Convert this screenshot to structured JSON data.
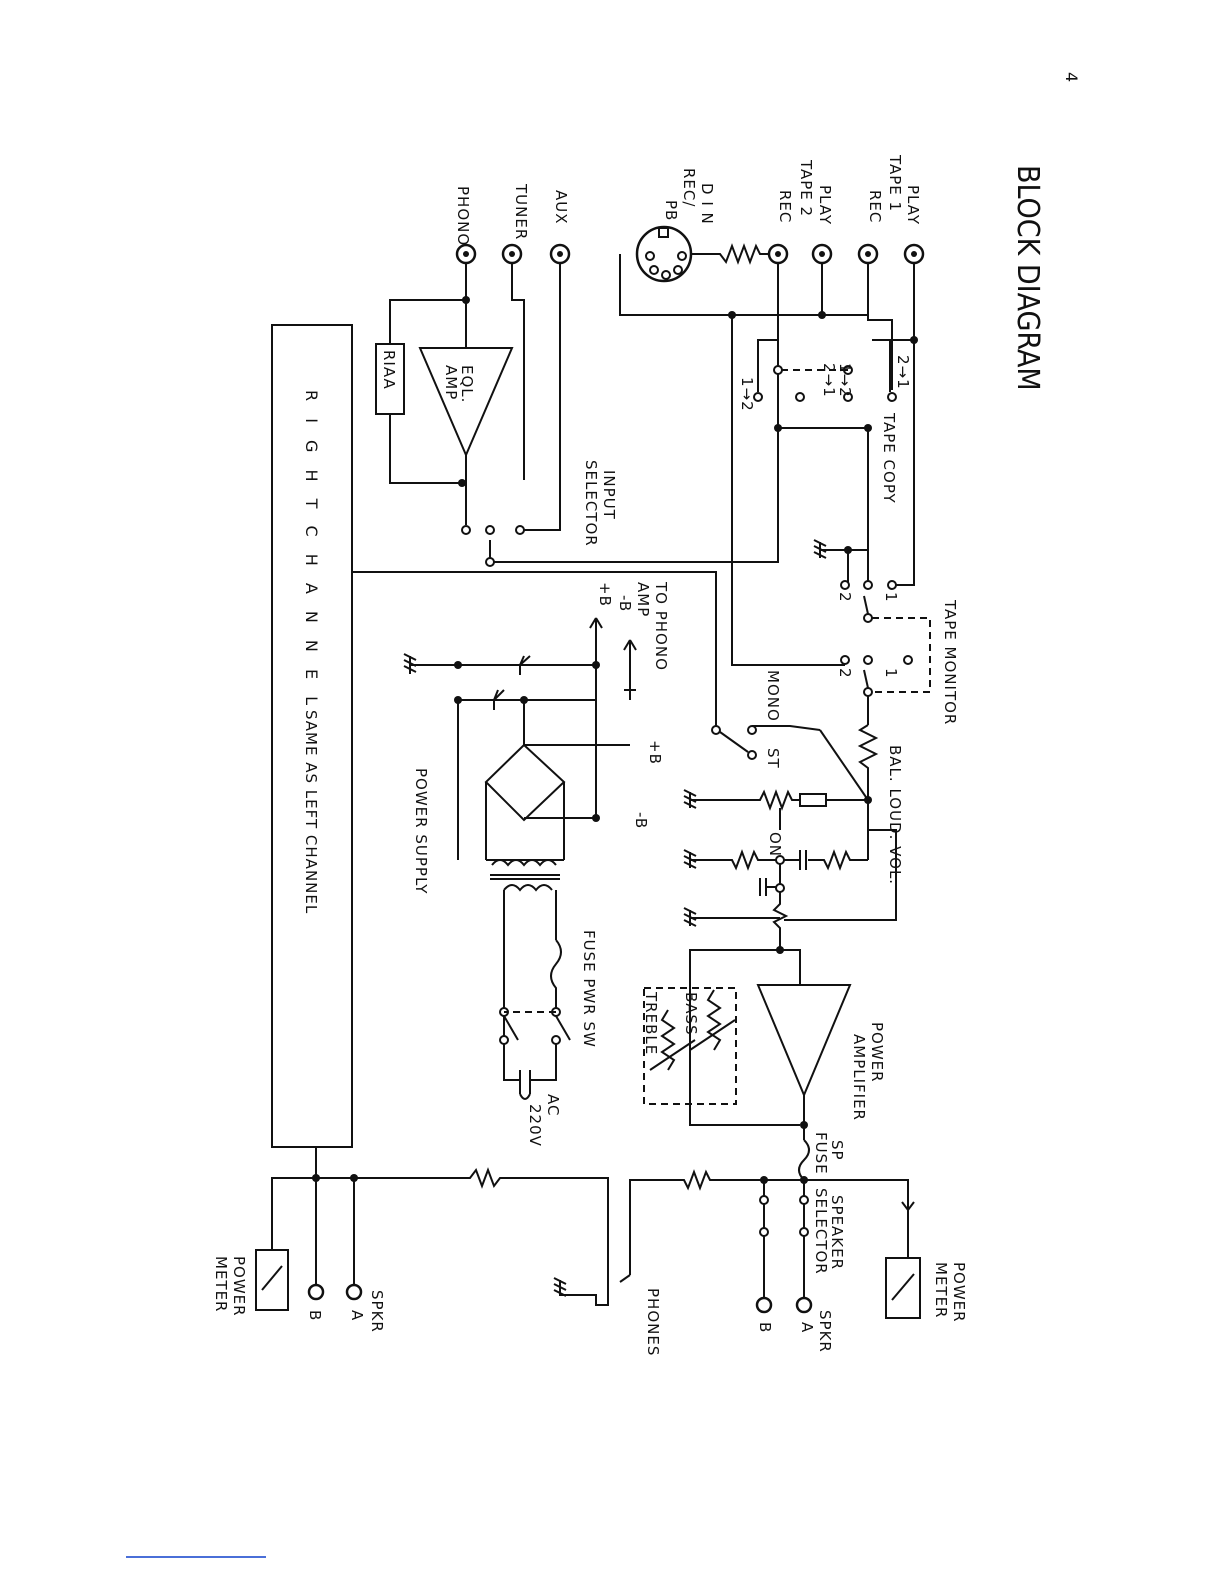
{
  "page": {
    "number": "4"
  },
  "title": "BLOCK DIAGRAM",
  "inputs": {
    "tape1_play": "PLAY",
    "tape1_name": "TAPE 1",
    "tape1_rec": "REC",
    "tape2_play": "PLAY",
    "tape2_name": "TAPE 2",
    "tape2_rec": "REC",
    "din_1": "D I N",
    "din_2": "REC/",
    "din_3": "PB",
    "aux": "AUX",
    "tuner": "TUNER",
    "phono": "PHONO"
  },
  "blocks": {
    "eql_1": "EQL.",
    "eql_2": "AMP",
    "riaa": "RIAA",
    "input_selector_1": "INPUT",
    "input_selector_2": "SELECTOR",
    "tape_copy": "TAPE COPY",
    "copy_21": "2→1",
    "copy_12a": "1→2",
    "copy_21b": "2→1",
    "copy_12": "1→2",
    "tape_monitor": "TAPE MONITOR",
    "mon_1": "1",
    "mon_2": "2",
    "mon_1b": "1",
    "mon_2b": "2",
    "mono": "MONO",
    "st": "ST",
    "bal_loud_vol": "BAL. LOUD. VOL.",
    "on": "ON",
    "to_phono_1": "TO PHONO",
    "to_phono_2": "AMP",
    "minus_b": "-B",
    "plus_b": "+B",
    "plus_b2": "+B",
    "minus_b2": "-B",
    "power_supply": "POWER SUPPLY",
    "fuse_pwr_sw": "FUSE  PWR  SW",
    "ac_1": "AC",
    "ac_2": "220V",
    "power_amp_1": "POWER",
    "power_amp_2": "AMPLIFIER",
    "bass": "BASS",
    "treble": "TREBLE",
    "sp_fuse_1": "SP",
    "sp_fuse_2": "FUSE",
    "speaker_sel_1": "SPEAKER",
    "speaker_sel_2": "SELECTOR",
    "power_meter_1": "POWER",
    "power_meter_2": "METER",
    "spkr": "SPKR",
    "spkr_a": "A",
    "spkr_b": "B",
    "phones": "PHONES",
    "right_channel": "R I G H T   C H A N N E L",
    "same_as_left": "SAME  AS  LEFT  CHANNEL",
    "left_power_meter_1": "POWER",
    "left_power_meter_2": "METER",
    "left_spkr": "SPKR",
    "left_spkr_a": "A",
    "left_spkr_b": "B"
  }
}
